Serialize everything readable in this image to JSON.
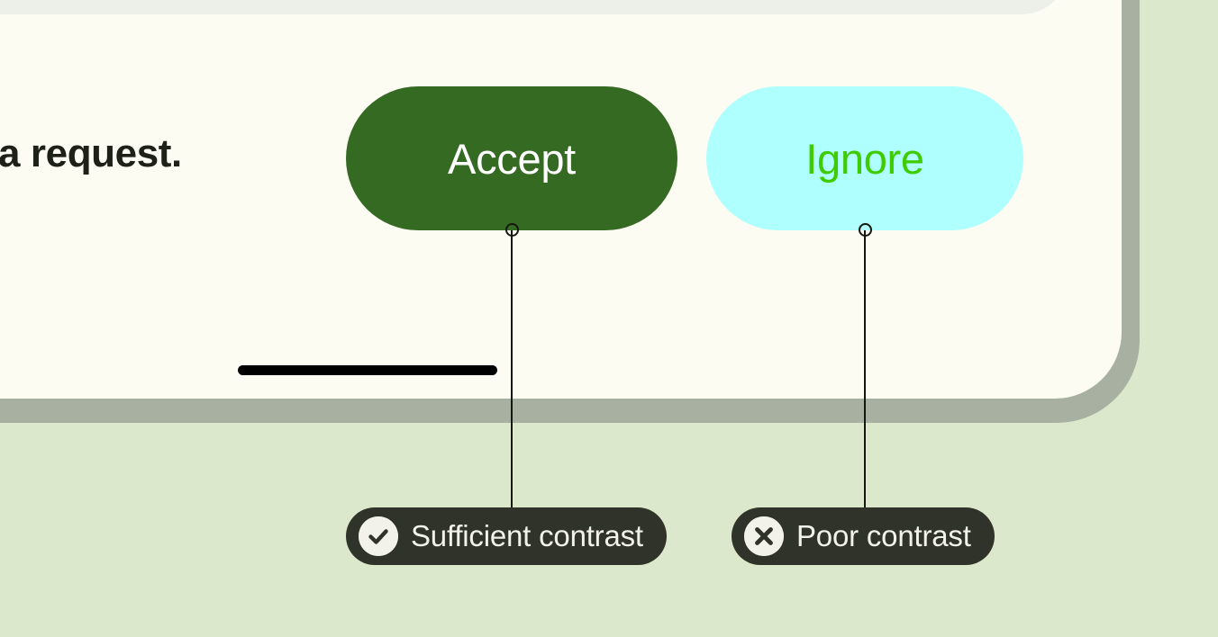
{
  "page": {
    "background_color": "#dce8cb"
  },
  "device": {
    "bezel_color": "#a7b0a1",
    "screen_color": "#fdfcf3",
    "card_color": "#edf0e9"
  },
  "screen": {
    "message": {
      "text": "a request.",
      "color": "#1d2117"
    },
    "buttons": [
      {
        "name": "accept",
        "label": "Accept",
        "background_color": "#356a23",
        "text_color": "#ffffff"
      },
      {
        "name": "ignore",
        "label": "Ignore",
        "background_color": "#aefffd",
        "text_color": "#3ecc00"
      }
    ],
    "home_indicator": {
      "color": "#000000"
    }
  },
  "annotations": [
    {
      "id": "accept-annotation",
      "label": "Sufficient contrast",
      "icon": "check-circle-icon",
      "pill_background": "#2f3329",
      "pill_text_color": "#f2f2eb",
      "icon_background": "#f2f2eb",
      "icon_color": "#2f3329"
    },
    {
      "id": "ignore-annotation",
      "label": "Poor contrast",
      "icon": "x-circle-icon",
      "pill_background": "#2f3329",
      "pill_text_color": "#f2f2eb",
      "icon_background": "#f2f2eb",
      "icon_color": "#2f3329"
    }
  ]
}
